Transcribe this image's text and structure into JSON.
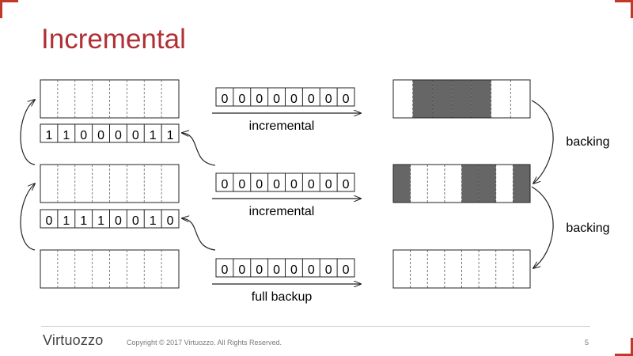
{
  "slide": {
    "title": "Incremental",
    "page_number": "5",
    "copyright": "Copyright © 2017 Virtuozzo. All Rights Reserved.",
    "logo_text": "Virtuozzo",
    "accent_color": "#b03035",
    "fill_color": "#666666"
  },
  "diagram": {
    "backups": [
      {
        "bitmap": [
          "0",
          "0",
          "0",
          "0",
          "0",
          "0",
          "0",
          "0"
        ],
        "label": "incremental"
      },
      {
        "bitmap": [
          "0",
          "0",
          "0",
          "0",
          "0",
          "0",
          "0",
          "0"
        ],
        "label": "incremental"
      },
      {
        "bitmap": [
          "0",
          "0",
          "0",
          "0",
          "0",
          "0",
          "0",
          "0"
        ],
        "label": "full backup"
      }
    ],
    "dirty_bitmaps": [
      [
        "1",
        "1",
        "0",
        "0",
        "0",
        "0",
        "1",
        "1"
      ],
      [
        "0",
        "1",
        "1",
        "1",
        "0",
        "0",
        "1",
        "0"
      ]
    ],
    "right_images": [
      {
        "filled": [
          false,
          true,
          true,
          true,
          true,
          false,
          false
        ]
      },
      {
        "filled": [
          true,
          false,
          false,
          false,
          true,
          true,
          false,
          true
        ]
      },
      {
        "filled": [
          false,
          false,
          false,
          false,
          false,
          false,
          false,
          false
        ]
      }
    ],
    "backing_labels": [
      "backing",
      "backing"
    ]
  }
}
